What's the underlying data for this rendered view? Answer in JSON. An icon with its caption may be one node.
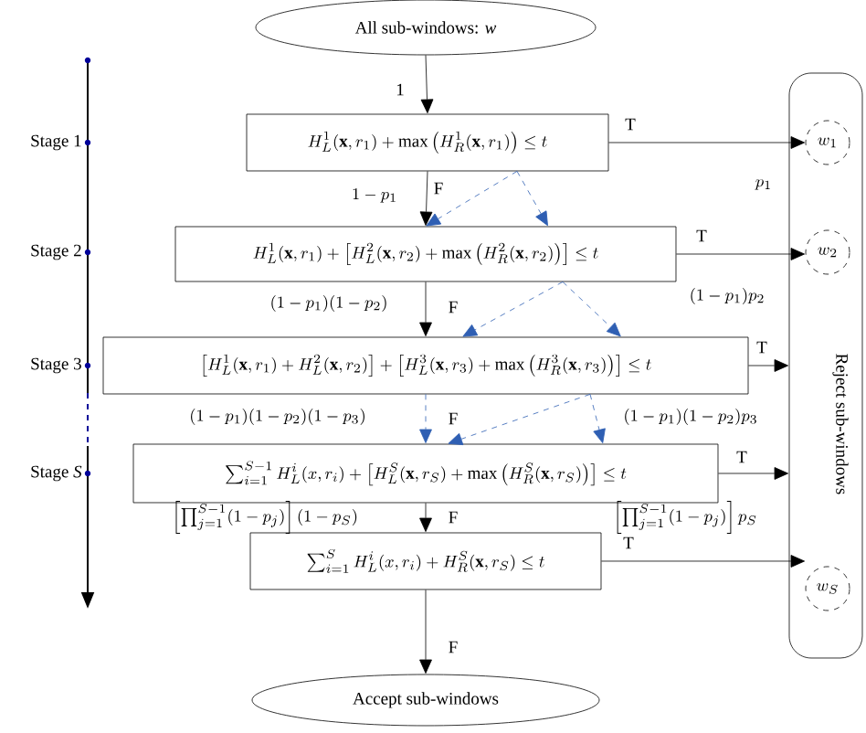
{
  "diagram": {
    "nodes": [
      {
        "text": [
          "All sub-windows: *w*"
        ]
      },
      {
        "text": [
          "H_L^1(\\mathbf{x},r_1)+\\max\\left(H_R^1(\\mathbf{x},r_1)\\right)\\le t"
        ]
      },
      {
        "text": [
          "H_L^1(\\mathbf{x},r_1)+\\left[H_L^2(\\mathbf{x},r_2)+\\max\\left(H_R^2(\\mathbf{x},r_2)\\right)\\right]\\le t"
        ]
      },
      {
        "text": [
          "\\left[H_L^1(\\mathbf{x},r_1)+H_L^2(\\mathbf{x},r_2)\\right]+\\left[H_L^3(\\mathbf{x},r_3)+\\max\\left(H_R^3(\\mathbf{x},r_3)\\right)\\right]\\le t"
        ]
      },
      {
        "text": [
          "\\sum_{i=1}^{S-1}H_L^i(x,r_i)+\\left[H_L^S(\\mathbf{x},r_S)+\\max\\left(H_R^S(\\mathbf{x},r_S)\\right)\\right]\\le t"
        ]
      },
      {
        "text": [
          "\\sum_{i=1}^{S}H_L^i(x,r_i)+H_R^S(\\mathbf{x},r_S)\\le t"
        ]
      },
      {
        "text": [
          "Accept sub-windows"
        ]
      },
      {
        "text": [
          "Reject sub-windows"
        ]
      },
      {
        "text": [
          "w_1"
        ],
        "in": 7
      },
      {
        "text": [
          "w_2"
        ],
        "in": 7
      },
      {
        "text": [
          "w_S"
        ],
        "in": 7
      }
    ],
    "edges": [
      {
        "from": 0,
        "to": 1,
        "arrow": "to",
        "label": "1"
      },
      {
        "from": 1,
        "to": 2,
        "arrow": "to",
        "label": "F"
      },
      {
        "from": 2,
        "to": 3,
        "arrow": "to",
        "label": "F"
      },
      {
        "from": 3,
        "to": 4,
        "arrow": "to",
        "label": "F",
        "style": "dashed",
        "color": "#2f5fb3"
      },
      {
        "from": 4,
        "to": 5,
        "arrow": "to",
        "label": "F"
      },
      {
        "from": 5,
        "to": 6,
        "arrow": "to",
        "label": "F"
      },
      {
        "from": 1,
        "to": 8,
        "arrow": "to",
        "label": "T"
      },
      {
        "from": 2,
        "to": 9,
        "arrow": "to",
        "label": "T"
      },
      {
        "from": 3,
        "to": 7,
        "arrow": "to",
        "label": "T"
      },
      {
        "from": 4,
        "to": 7,
        "arrow": "to",
        "label": "T"
      },
      {
        "from": 5,
        "to": 10,
        "arrow": "to",
        "label": "T"
      },
      {
        "from": 1,
        "to": 2,
        "arrow": "to",
        "style": "dashed",
        "color": "#2f5fb3"
      },
      {
        "from": 1,
        "to": 2,
        "arrow": "to",
        "style": "dashed",
        "color": "#2f5fb3"
      },
      {
        "from": 2,
        "to": 3,
        "arrow": "to",
        "style": "dashed",
        "color": "#2f5fb3"
      },
      {
        "from": 2,
        "to": 3,
        "arrow": "to",
        "style": "dashed",
        "color": "#2f5fb3"
      },
      {
        "from": 3,
        "to": 4,
        "arrow": "to",
        "style": "dashed",
        "color": "#2f5fb3"
      },
      {
        "from": 3,
        "to": 4,
        "arrow": "to",
        "style": "dashed",
        "color": "#2f5fb3"
      }
    ],
    "labels": [
      "Stage 1",
      "Stage 2",
      "Stage 3",
      "Stage *S*",
      "1-p_1",
      "p_1",
      "(1-p_1)(1-p_2)",
      "(1-p_1)p_2",
      "(1-p_1)(1-p_2)(1-p_3)",
      "(1-p_1)(1-p_2)p_3",
      "\\left[\\prod_{j=1}^{S-1}(1-p_j)\\right](1-p_S)",
      "\\left[\\prod_{j=1}^{S-1}(1-p_j)\\right]p_S"
    ]
  }
}
